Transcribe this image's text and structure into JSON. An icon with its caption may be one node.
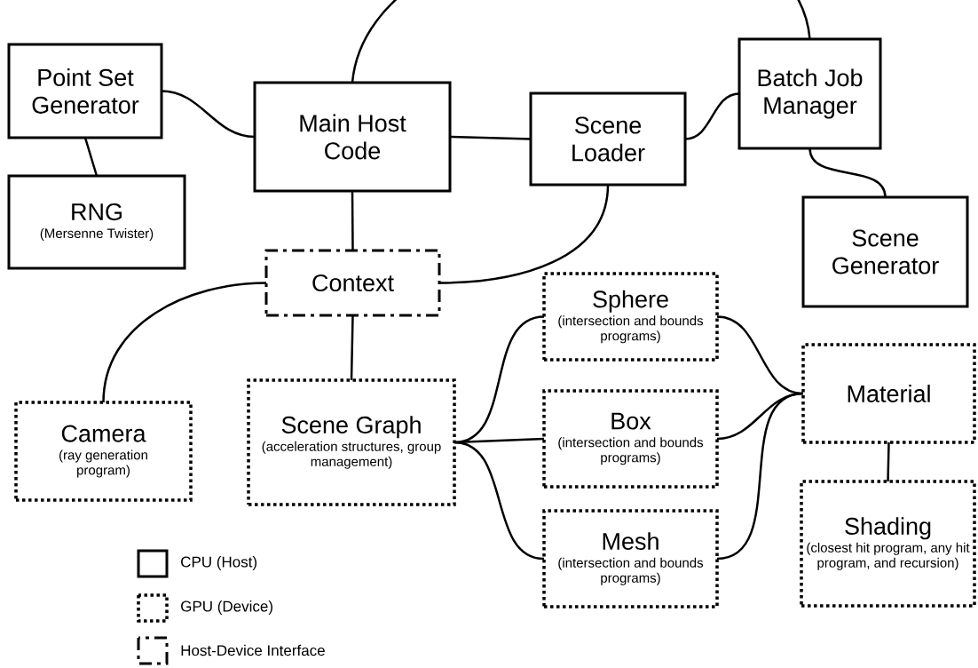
{
  "diagram": {
    "nodes": [
      {
        "text": [
          "Point Set Generator"
        ]
      },
      {
        "text": [
          "Main Host Code"
        ]
      },
      {
        "text": [
          "Scene Loader"
        ]
      },
      {
        "text": [
          "Batch Job Manager"
        ]
      },
      {
        "text": [
          "RNG",
          "(Mersenne Twister)"
        ]
      },
      {
        "text": [
          "Scene Generator"
        ]
      },
      {
        "text": [
          "Context"
        ]
      },
      {
        "text": [
          "Sphere",
          "(intersection and bounds programs)"
        ]
      },
      {
        "text": [
          "Camera",
          "(ray generation program)"
        ]
      },
      {
        "text": [
          "Scene Graph",
          "(acceleration structures, group management)"
        ]
      },
      {
        "text": [
          "Box",
          "(intersection and bounds programs)"
        ]
      },
      {
        "text": [
          "Material"
        ]
      },
      {
        "text": [
          "Mesh",
          "(intersection and bounds programs)"
        ]
      },
      {
        "text": [
          "Shading",
          "(closest hit program, any hit program, and recursion)"
        ]
      }
    ],
    "edges": [
      {
        "from": 0,
        "to": 1,
        "arrow": "none"
      },
      {
        "from": 0,
        "to": 4,
        "arrow": "none"
      },
      {
        "from": 1,
        "to": 2,
        "arrow": "none"
      },
      {
        "from": 1,
        "to": 3,
        "arrow": "none"
      },
      {
        "from": 2,
        "to": 3,
        "arrow": "none"
      },
      {
        "from": 3,
        "to": 5,
        "arrow": "none"
      },
      {
        "from": 1,
        "to": 6,
        "arrow": "none"
      },
      {
        "from": 2,
        "to": 6,
        "arrow": "none"
      },
      {
        "from": 6,
        "to": 8,
        "arrow": "none"
      },
      {
        "from": 6,
        "to": 9,
        "arrow": "none"
      },
      {
        "from": 9,
        "to": 7,
        "arrow": "none"
      },
      {
        "from": 9,
        "to": 10,
        "arrow": "none"
      },
      {
        "from": 9,
        "to": 12,
        "arrow": "none"
      },
      {
        "from": 7,
        "to": 11,
        "arrow": "none"
      },
      {
        "from": 10,
        "to": 11,
        "arrow": "none"
      },
      {
        "from": 12,
        "to": 11,
        "arrow": "none"
      },
      {
        "from": 11,
        "to": 13,
        "arrow": "none"
      }
    ],
    "legend": [
      {
        "text": "CPU (Host)"
      },
      {
        "text": "GPU (Device)"
      },
      {
        "text": "Host-Device Interface"
      }
    ]
  }
}
